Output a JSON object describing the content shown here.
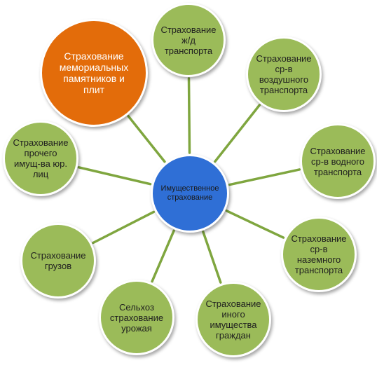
{
  "diagram": {
    "center": {
      "label": "Имущественное\nстрахование",
      "color": "#2f6fd6"
    },
    "nodes": [
      {
        "id": "zhd",
        "label": "Страхование\nж/д\nтранспорта",
        "color": "#9bbb59"
      },
      {
        "id": "air",
        "label": "Страхование\nср-в\nвоздушного\nтранспорта",
        "color": "#9bbb59"
      },
      {
        "id": "water",
        "label": "Страхование\nср-в водного\nтранспорта",
        "color": "#9bbb59"
      },
      {
        "id": "ground",
        "label": "Страхование\nср-в\nназемного\nтранспорта",
        "color": "#9bbb59"
      },
      {
        "id": "citizens",
        "label": "Страхование\nиного\nимущества\nграждан",
        "color": "#9bbb59"
      },
      {
        "id": "agro",
        "label": "Сельхоз\nстрахование\nурожая",
        "color": "#9bbb59"
      },
      {
        "id": "cargo",
        "label": "Страхование\nгрузов",
        "color": "#9bbb59"
      },
      {
        "id": "other",
        "label": "Страхование\nпрочего\nимущ-ва юр.\nлиц",
        "color": "#9bbb59"
      },
      {
        "id": "memorial",
        "label": "Страхование\nмемориальных\nпамятников и\nплит",
        "color": "#e36c0a"
      }
    ]
  }
}
